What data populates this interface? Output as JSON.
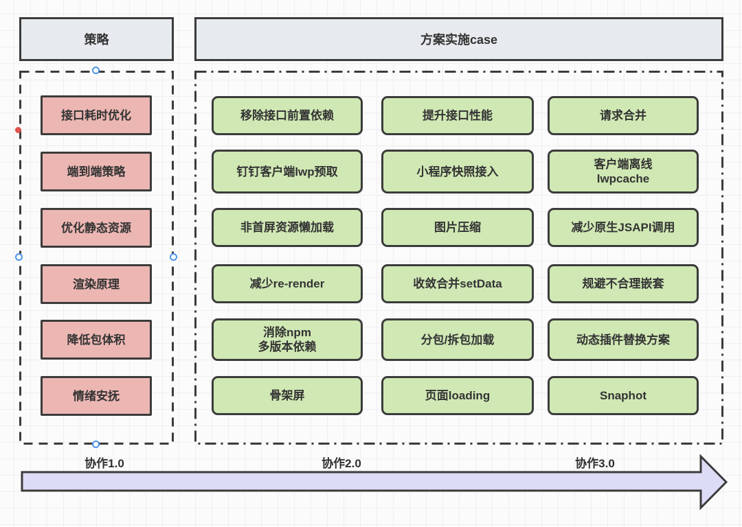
{
  "headers": {
    "strategy": "策略",
    "implementation": "方案实施case"
  },
  "strategy": {
    "items": [
      "接口耗时优化",
      "端到端策略",
      "优化静态资源",
      "渲染原理",
      "降低包体积",
      "情绪安抚"
    ]
  },
  "cases": {
    "items": [
      "移除接口前置依赖",
      "提升接口性能",
      "请求合并",
      "钉钉客户端lwp预取",
      "小程序快照接入",
      "客户端离线\nlwpcache",
      "非首屏资源懒加载",
      "图片压缩",
      "减少原生JSAPI调用",
      "减少re-render",
      "收敛合并setData",
      "规避不合理嵌套",
      "消除npm\n多版本依赖",
      "分包/拆包加载",
      "动态插件替换方案",
      "骨架屏",
      "页面loading",
      "Snaphot"
    ]
  },
  "timeline": {
    "labels": [
      "协作1.0",
      "协作2.0",
      "协作3.0"
    ]
  },
  "colors": {
    "header_fill": "#e7eaee",
    "strategy_fill": "#ecb7b3",
    "case_fill": "#d0e8b4",
    "arrow_fill": "#dcdcf6",
    "border": "#3b3b3b",
    "handle_blue": "#4d94e8",
    "handle_red": "#e0524e"
  }
}
